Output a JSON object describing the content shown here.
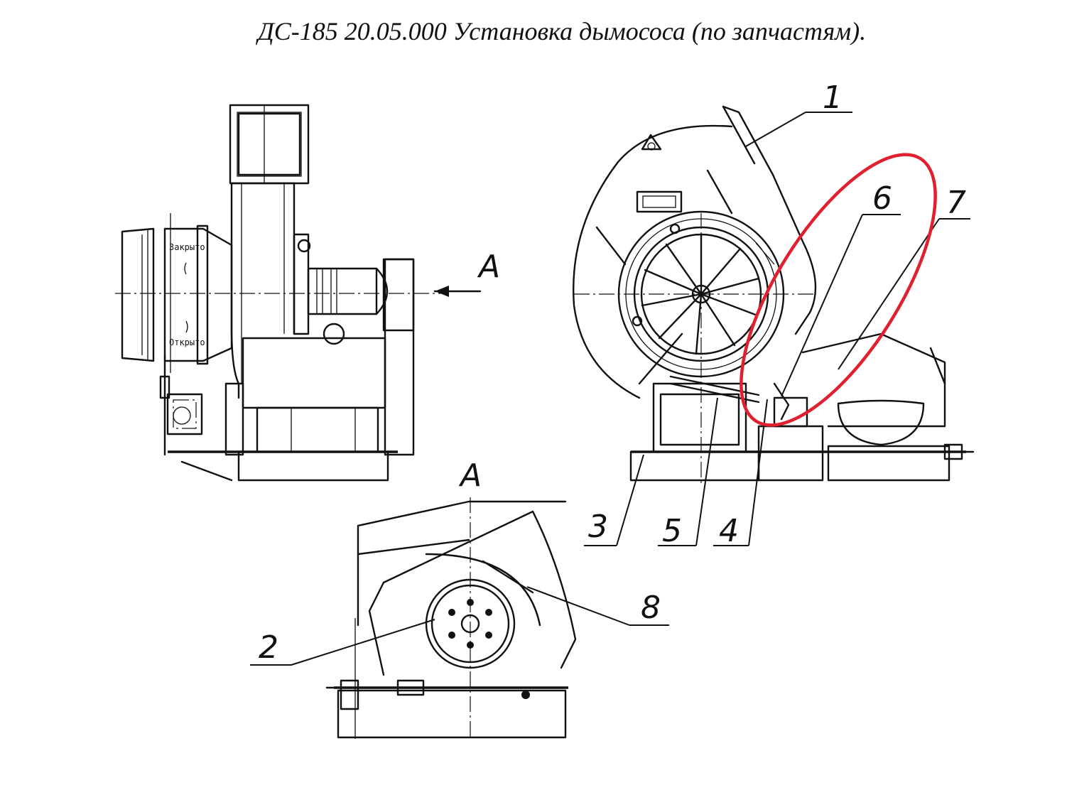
{
  "title": "ДС-185 20.05.000 Установка дымососа (по запчастям).",
  "view_label": "А",
  "view_arrow_label": "А",
  "damper_labels": {
    "closed": "Закрыто",
    "open": "Открыто"
  },
  "callouts": [
    {
      "id": "1",
      "label": "1"
    },
    {
      "id": "2",
      "label": "2"
    },
    {
      "id": "3",
      "label": "3"
    },
    {
      "id": "4",
      "label": "4"
    },
    {
      "id": "5",
      "label": "5"
    },
    {
      "id": "6",
      "label": "6"
    },
    {
      "id": "7",
      "label": "7"
    },
    {
      "id": "8",
      "label": "8"
    }
  ],
  "highlight_color": "#e0202e"
}
